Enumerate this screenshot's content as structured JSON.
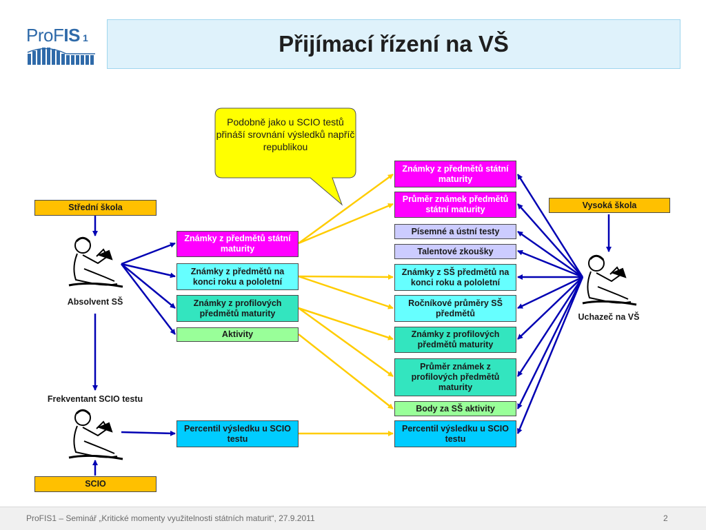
{
  "header": {
    "logo": {
      "pro": "Pro",
      "f": "F",
      "is": "IS",
      "num": "1"
    },
    "title": "Přijímací řízení na VŠ"
  },
  "bubble": {
    "text": "Podobně jako u SCIO testů přináší srovnání výsledků napříč republikou"
  },
  "left": {
    "stredni_skola": "Střední škola",
    "absolvent": "Absolvent SŠ",
    "frekventant": "Frekventant SCIO testu",
    "scio": "SCIO"
  },
  "middle": {
    "items": [
      "Známky z předmětů státní maturity",
      "Známky z předmětů na konci roku a pololetní",
      "Známky z profilových předmětů maturity",
      "Aktivity",
      "Percentil výsledku u SCIO testu"
    ]
  },
  "right_col": {
    "items": [
      "Známky z předmětů státní maturity",
      "Průměr známek předmětů státní maturity",
      "Písemné a ústní testy",
      "Talentové zkoušky",
      "Známky z SŠ předmětů na konci roku a pololetní",
      "Ročníkové průměry SŠ předmětů",
      "Známky z profilových předmětů maturity",
      "Průměr známek z profilových předmětů maturity",
      "Body za SŠ aktivity",
      "Percentil výsledku u SCIO testu"
    ]
  },
  "right": {
    "vysoka_skola": "Vysoká škola",
    "uchazec": "Uchazeč na VŠ"
  },
  "footer": {
    "text": "ProFIS1 – Seminář „Kritické momenty využitelnosti státních maturit“, 27.9.2011",
    "page": "2"
  },
  "colors": {
    "magenta": "#ff00ff",
    "cyan": "#66ffff",
    "teal": "#33e5bf",
    "green": "#99ff99",
    "lavender": "#ccccff",
    "blue": "#00ccff",
    "gold": "#ffc000",
    "arrow_blue": "#0000b3",
    "arrow_yellow": "#ffcc00",
    "bubble": "#ffff00"
  },
  "icons": [
    "reading-student-icon",
    "reading-student-icon",
    "reading-student-icon"
  ]
}
